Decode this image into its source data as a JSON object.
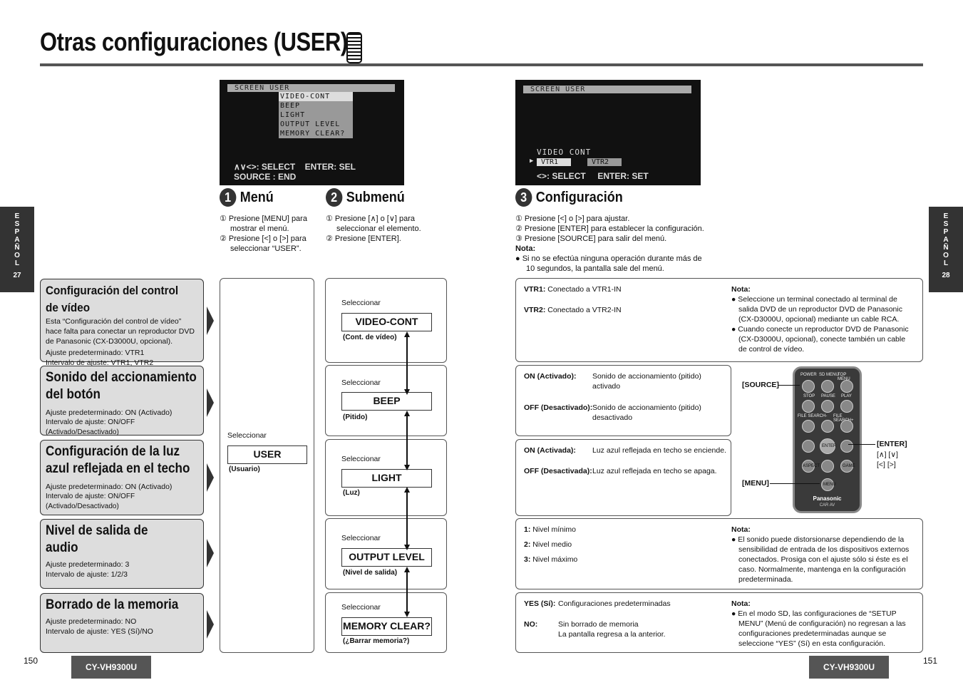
{
  "header": {
    "title": "Otras configuraciones (USER)"
  },
  "side": {
    "left": {
      "letters": [
        "E",
        "S",
        "P",
        "A",
        "Ñ",
        "O",
        "L"
      ],
      "page": "27"
    },
    "right": {
      "letters": [
        "E",
        "S",
        "P",
        "A",
        "Ñ",
        "O",
        "L"
      ],
      "page": "28"
    }
  },
  "footer": {
    "page_left": "150",
    "page_right": "151",
    "model_left": "CY-VH9300U",
    "model_right": "CY-VH9300U"
  },
  "screen1": {
    "bar": "SCREEN  USER",
    "menu": [
      "VIDEO-CONT",
      "BEEP",
      "LIGHT",
      "OUTPUT LEVEL",
      "MEMORY CLEAR?"
    ],
    "help1": "∧∨<>: SELECT    ENTER: SEL",
    "help2": "SOURCE : END"
  },
  "screen2": {
    "bar": "SCREEN  USER",
    "label": "VIDEO CONT",
    "opt1": "VTR1",
    "opt2": "VTR2",
    "help": "<>: SELECT     ENTER: SET"
  },
  "steps": {
    "s1": {
      "num": "1",
      "title": "Menú",
      "l1": "① Presione [MENU] para mostrar el menú.",
      "l2": "② Presione [<] o [>] para seleccionar “USER”."
    },
    "s2": {
      "num": "2",
      "title": "Submenú",
      "l1": "① Presione [∧] o [∨] para seleccionar el elemento.",
      "l2": "② Presione [ENTER]."
    },
    "s3": {
      "num": "3",
      "title": "Configuración",
      "l1": "① Presione [<] o [>] para ajustar.",
      "l2": "② Presione [ENTER]  para establecer la configuración.",
      "l3": "③ Presione [SOURCE] para salir del menú.",
      "nota": "Nota:",
      "note": "● Si no se efectúa ninguna operación durante más de 10 segundos, la pantalla sale del menú."
    }
  },
  "features": [
    {
      "title": "Configuración del control de vídeo",
      "desc": "Esta “Configuración del control de vídeo” hace falta para conectar un reproductor DVD de Panasonic (CX-D3000U, opcional).",
      "default": "Ajuste predeterminado: VTR1",
      "range": "Intervalo de ajuste: VTR1, VTR2"
    },
    {
      "title": "Sonido del accionamiento del botón",
      "default": "Ajuste predeterminado: ON (Activado)",
      "range": "Intervalo de ajuste: ON/OFF (Activado/Desactivado)"
    },
    {
      "title": "Configuración de la luz azul reflejada en el techo",
      "default": "Ajuste predeterminado: ON (Activado)",
      "range": "Intervalo de ajuste: ON/OFF (Activado/Desactivado)"
    },
    {
      "title": "Nivel de salida de audio",
      "default": "Ajuste predeterminado: 3",
      "range": "Intervalo de ajuste: 1/2/3"
    },
    {
      "title": "Borrado de la memoria",
      "default": "Ajuste predeterminado: NO",
      "range": "Intervalo de ajuste: YES (Sí)/NO"
    }
  ],
  "menu_col": {
    "select_label": "Seleccionar",
    "item": "USER",
    "sub": "(Usuario)"
  },
  "submenu": [
    {
      "select_label": "Seleccionar",
      "item": "VIDEO-CONT",
      "sub": "(Cont. de vídeo)"
    },
    {
      "select_label": "Seleccionar",
      "item": "BEEP",
      "sub": "(Pitido)"
    },
    {
      "select_label": "Seleccionar",
      "item": "LIGHT",
      "sub": "(Luz)"
    },
    {
      "select_label": "Seleccionar",
      "item": "OUTPUT LEVEL",
      "sub": "(Nivel de salida)"
    },
    {
      "select_label": "Seleccionar",
      "item": "MEMORY CLEAR?",
      "sub": "(¿Barrar memoria?)"
    }
  ],
  "config": {
    "video": {
      "k1": "VTR1:",
      "v1": "Conectado a VTR1-IN",
      "k2": "VTR2:",
      "v2": "Conectado a VTR2-IN",
      "nota": "Nota:",
      "n1": "● Seleccione un terminal conectado al terminal de salida DVD de un reproductor DVD de Panasonic (CX-D3000U, opcional) mediante un cable RCA.",
      "n2": "● Cuando conecte un reproductor DVD de Panasonic (CX-D3000U, opcional), conecte también un cable de control de vídeo."
    },
    "beep": {
      "k1": "ON (Activado):",
      "v1": "Sonido de accionamiento (pitido) activado",
      "k2": "OFF (Desactivado):",
      "v2": "Sonido de accionamiento (pitido) desactivado"
    },
    "light": {
      "k1": "ON (Activada):",
      "v1": "Luz azul reflejada en techo se enciende.",
      "k2": "OFF (Desactivada):",
      "v2": "Luz azul reflejada en techo se apaga."
    },
    "level": {
      "k1": "1:",
      "v1": "Nivel mínimo",
      "k2": "2:",
      "v2": "Nivel medio",
      "k3": "3:",
      "v3": "Nivel máximo",
      "nota": "Nota:",
      "n1": "● El sonido puede distorsionarse dependiendo de la sensibilidad de entrada de los dispositivos externos conectados. Prosiga con el ajuste sólo si éste es el caso. Normalmente, mantenga en la configuración predeterminada."
    },
    "memory": {
      "k1": "YES (Sí):",
      "v1": "Configuraciones predeterminadas",
      "k2": "NO:",
      "v2": "Sin borrado de memoria",
      "v2b": "La pantalla regresa a la anterior.",
      "nota": "Nota:",
      "n1": "● En el modo SD, las configuraciones de “SETUP MENU” (Menú de configuración) no regresan a las configuraciones predeterminadas aunque se seleccione “YES” (Sí) en esta configuración."
    }
  },
  "remote": {
    "source_label": "[SOURCE]",
    "enter_label": "[ENTER]",
    "enter_keys1": "[∧] [∨]",
    "enter_keys2": "[<] [>]",
    "menu_label": "[MENU]",
    "top_labels": [
      "POWER",
      "SD MENU",
      "TOP MENU"
    ],
    "row2_labels": [
      "STOP",
      "PAUSE",
      "PLAY"
    ],
    "row3_labels": [
      "FILE SEARCH-",
      "FILE SEARCH+"
    ],
    "enter_btn": "ENTER",
    "aspect": "ASPECT",
    "game": "GAME",
    "menu_btn": "MENU",
    "brand": "Panasonic",
    "sub": "CAR AV"
  }
}
